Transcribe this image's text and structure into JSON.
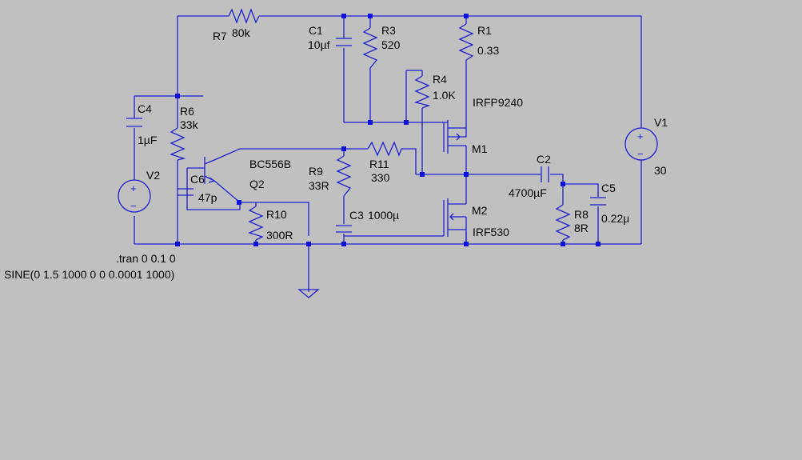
{
  "components": {
    "r7": {
      "name": "R7",
      "value": "80k"
    },
    "c1": {
      "name": "C1",
      "value": "10µf"
    },
    "r3": {
      "name": "R3",
      "value": "520"
    },
    "r1": {
      "name": "R1",
      "value": "0.33"
    },
    "r4": {
      "name": "R4",
      "value": "1.0K"
    },
    "m1": {
      "name": "M1",
      "value": "IRFP9240"
    },
    "m2": {
      "name": "M2",
      "value": "IRF530"
    },
    "c4": {
      "name": "C4",
      "value": "1µF"
    },
    "r6": {
      "name": "R6",
      "value": "33k"
    },
    "c6": {
      "name": "C6",
      "value": "47p"
    },
    "q2": {
      "name": "Q2",
      "value": "BC556B"
    },
    "r9": {
      "name": "R9",
      "value": "33R"
    },
    "r11": {
      "name": "R11",
      "value": "330"
    },
    "c3": {
      "name": "C3",
      "value": "1000µ"
    },
    "r10": {
      "name": "R10",
      "value": "300R"
    },
    "c2": {
      "name": "C2",
      "value": "4700µF"
    },
    "c5": {
      "name": "C5",
      "value": "0.22µ"
    },
    "r8": {
      "name": "R8",
      "value": "8R"
    },
    "v1": {
      "name": "V1",
      "value": "30"
    },
    "v2": {
      "name": "V2",
      "value": "SINE(0 1.5 1000 0 0 0.0001 1000)"
    }
  },
  "directive": ".tran 0 0.1 0",
  "source_signs": {
    "plus": "+",
    "minus": "−"
  },
  "colors": {
    "background": "#c0c0c0",
    "wire": "#2020d0",
    "junction": "#1010e0",
    "text": "#000000"
  }
}
